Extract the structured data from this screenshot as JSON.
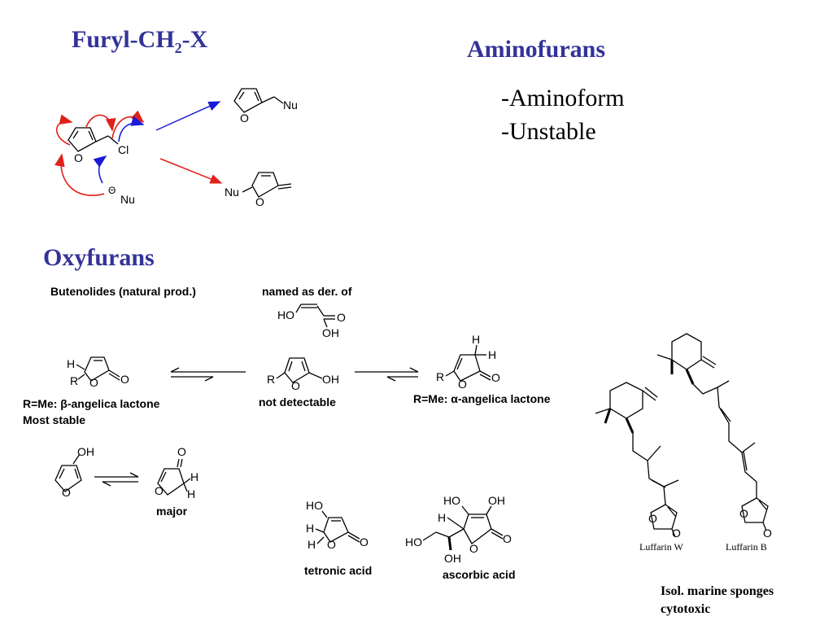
{
  "sections": {
    "furyl": {
      "title_main": "Furyl-CH",
      "title_sub": "2",
      "title_end": "-X"
    },
    "aminofurans": {
      "title": "Aminofurans",
      "points": [
        "-Aminoform",
        "-Unstable"
      ]
    },
    "oxyfurans": {
      "title": "Oxyfurans"
    }
  },
  "labels": {
    "butenolides": "Butenolides (natural prod.)",
    "named_as": "named as der. of",
    "not_detectable": "not detectable",
    "beta_lactone": "R=Me: β-angelica lactone",
    "most_stable": "Most stable",
    "alpha_lactone": "R=Me: α-angelica lactone",
    "major": "major",
    "tetronic": "tetronic acid",
    "ascorbic": "ascorbic acid",
    "luffarin_w": "Luffarin W",
    "luffarin_b": "Luffarin B",
    "note_line1": "Isol. marine sponges",
    "note_line2": "cytotoxic"
  },
  "atoms": {
    "O": "O",
    "Nu": "Nu",
    "Cl": "Cl",
    "R": "R",
    "H": "H",
    "OH": "OH",
    "HO": "HO",
    "neg": "Θ"
  },
  "colors": {
    "title": "#333399",
    "arrow_red": "#e0201a",
    "arrow_blue": "#1a1ad8"
  }
}
